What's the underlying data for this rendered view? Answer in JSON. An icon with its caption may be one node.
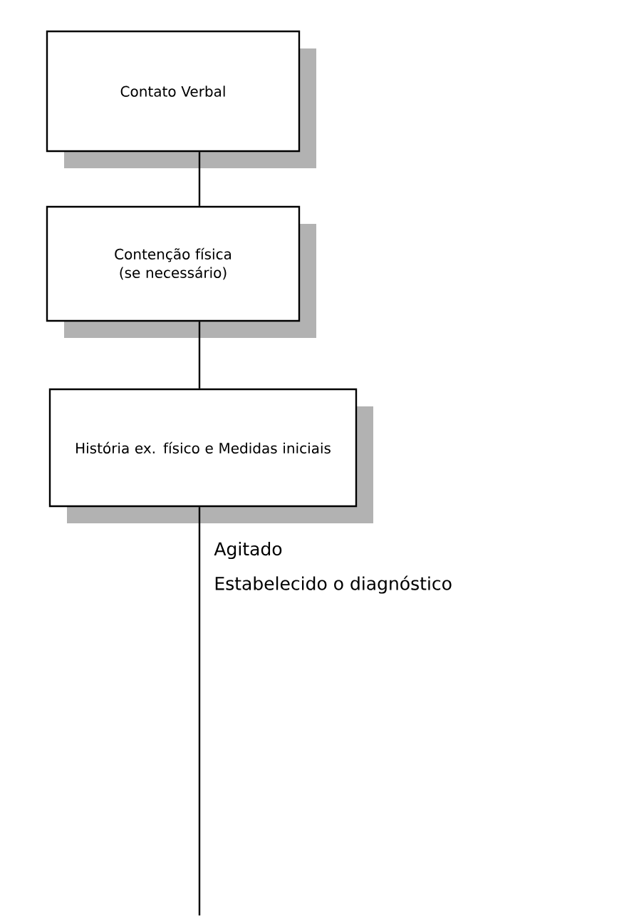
{
  "diagram": {
    "nodes": [
      {
        "text": [
          "Contato Verbal"
        ]
      },
      {
        "text": [
          "Contenção física (se necessário)"
        ]
      },
      {
        "text": [
          "História ex. físico e Medidas iniciais"
        ]
      }
    ],
    "edges": [
      {
        "from": 0,
        "to": 1,
        "arrow": "none"
      },
      {
        "from": 1,
        "to": 2,
        "arrow": "none"
      },
      {
        "from": 2,
        "to": null,
        "arrow": "none"
      }
    ],
    "labels": [
      "Agitado",
      "Estabelecido o diagnóstico"
    ]
  }
}
